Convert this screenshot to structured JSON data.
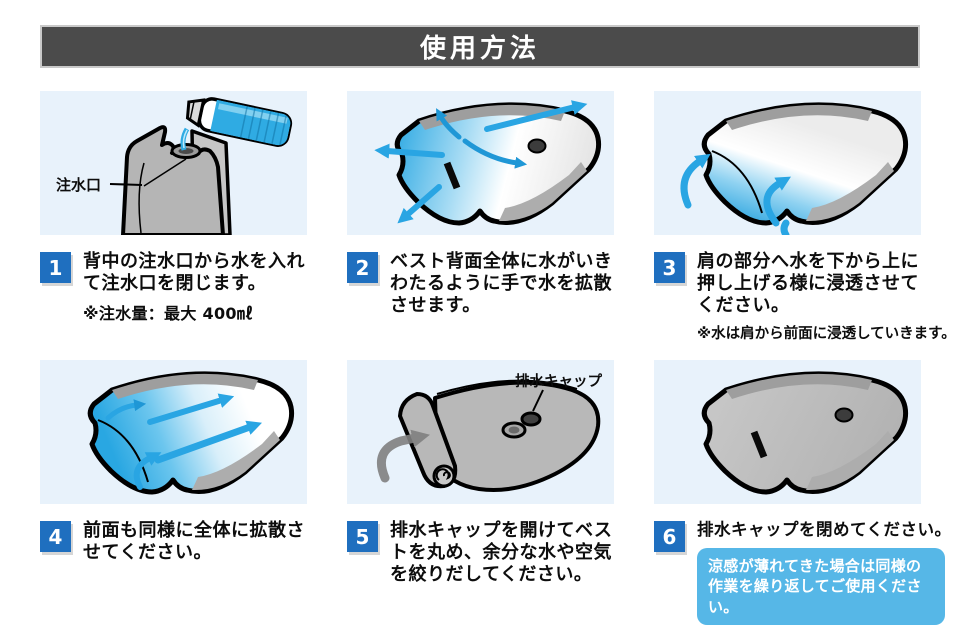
{
  "page": {
    "title": "使用方法"
  },
  "colors": {
    "title_bar_bg": "#4b4b4b",
    "panel_bg": "#e8f2fb",
    "badge_blue": "#1f6fbf",
    "water_blue": "#29a7e2",
    "arrow_blue": "#29a5e3",
    "tip_box_bg": "#56b7e7",
    "vest_gray": "#b8b8b8"
  },
  "steps": [
    {
      "num": "1",
      "text": "背中の注水口から水を入れ\nて注水口を閉じます。",
      "note": "※注水量：最大 400㎖",
      "label": "注水口"
    },
    {
      "num": "2",
      "text": "ベスト背面全体に水がいき\nわたるように手で水を拡散\nさせます。"
    },
    {
      "num": "3",
      "text": "肩の部分へ水を下から上に\n押し上げる様に浸透させて\nください。",
      "note": "※水は肩から前面に浸透していきます。"
    },
    {
      "num": "4",
      "text": "前面も同様に全体に拡散さ\nせてください。"
    },
    {
      "num": "5",
      "text": "排水キャップを開けてベス\nトを丸め、余分な水や空気\nを絞りだしてください。",
      "label": "排水キャップ"
    },
    {
      "num": "6",
      "text": "排水キャップを閉めてください。",
      "tip": "涼感が薄れてきた場合は同様の\n作業を繰り返してご使用ください。"
    }
  ]
}
